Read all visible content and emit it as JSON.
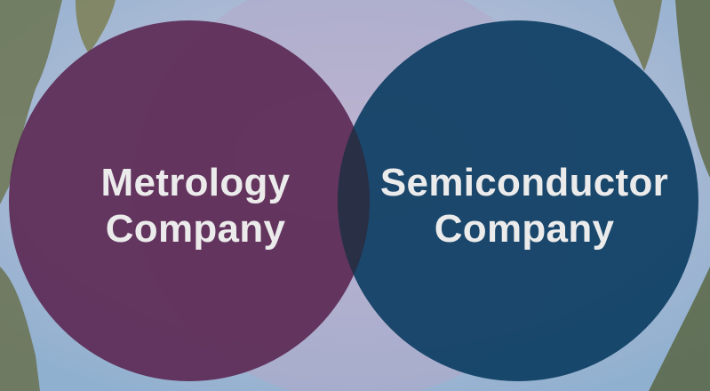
{
  "venn": {
    "left": {
      "line1": "Metrology",
      "line2": "Company",
      "color": "#5C2A55"
    },
    "right": {
      "line1": "Semiconductor",
      "line2": "Company",
      "color": "#0D3E63"
    },
    "overlap_color": "#2A2E43"
  },
  "background": {
    "sky_color": "#9DBAD4",
    "foliage_color": "#5E6B48",
    "image_tint": "#B7A9C6"
  }
}
